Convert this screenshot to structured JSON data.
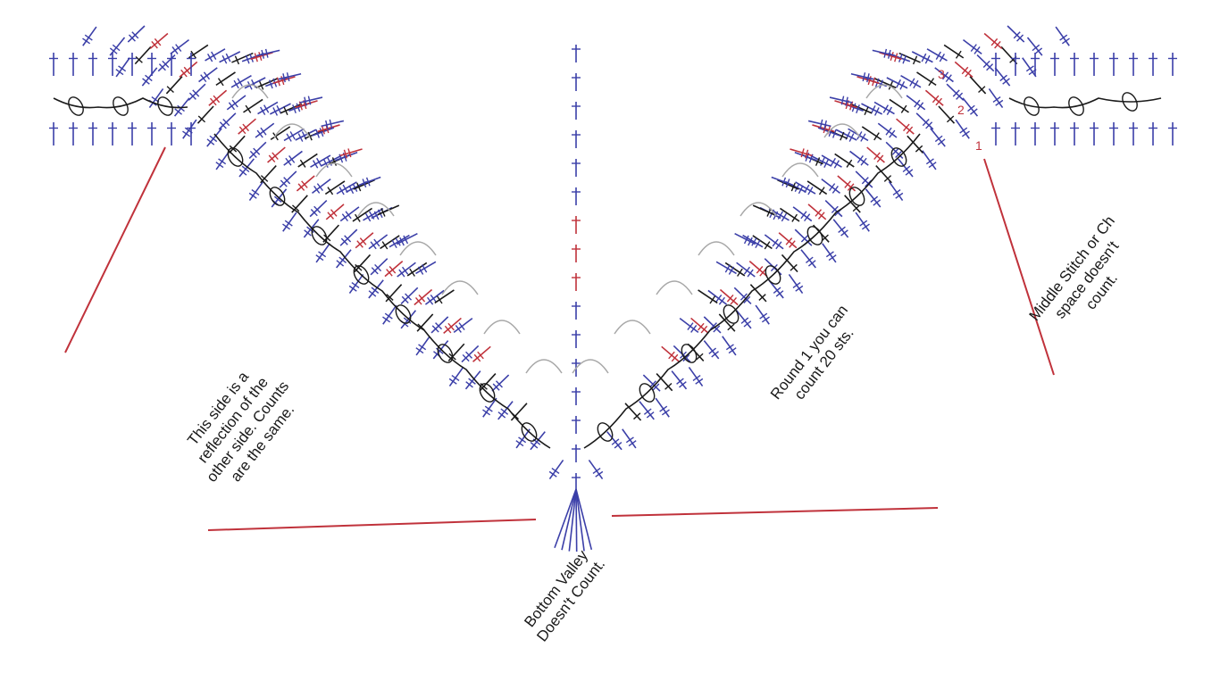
{
  "annotations": {
    "reflection_note": "This side is a\nreflection of the\nother side. Counts\nare the same.",
    "round1_note": "Round 1 you can\ncount 20 sts.",
    "middle_note": "Middle Stitch or Ch\nspace doesn't\ncount.",
    "bottom_note": "Bottom Valley\nDoesn't Count."
  },
  "row_markers": [
    "3",
    "2",
    "1"
  ],
  "colors": {
    "black": "#1a1a1a",
    "blue": "#3b3fa8",
    "red": "#c0323b",
    "grey": "#a8a8a8",
    "pointer": "#c0323b"
  }
}
